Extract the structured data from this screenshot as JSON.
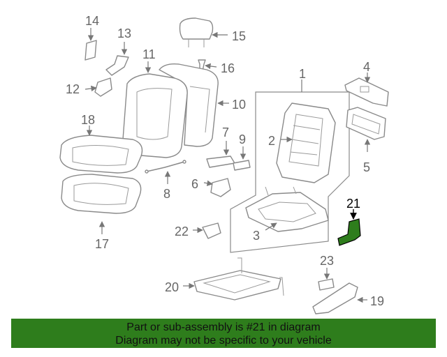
{
  "diagram": {
    "highlight_color": "#2e7d1c",
    "callouts": {
      "c1": "1",
      "c2": "2",
      "c3": "3",
      "c4": "4",
      "c5": "5",
      "c6": "6",
      "c7": "7",
      "c8": "8",
      "c9": "9",
      "c10": "10",
      "c11": "11",
      "c12": "12",
      "c13": "13",
      "c14": "14",
      "c15": "15",
      "c16": "16",
      "c17": "17",
      "c18": "18",
      "c19": "19",
      "c20": "20",
      "c21": "21",
      "c22": "22",
      "c23": "23"
    }
  },
  "banner": {
    "background": "#2e7d1c",
    "line1": "Part or sub-assembly is #21 in diagram",
    "line2": "Diagram may not be specific to your vehicle"
  }
}
